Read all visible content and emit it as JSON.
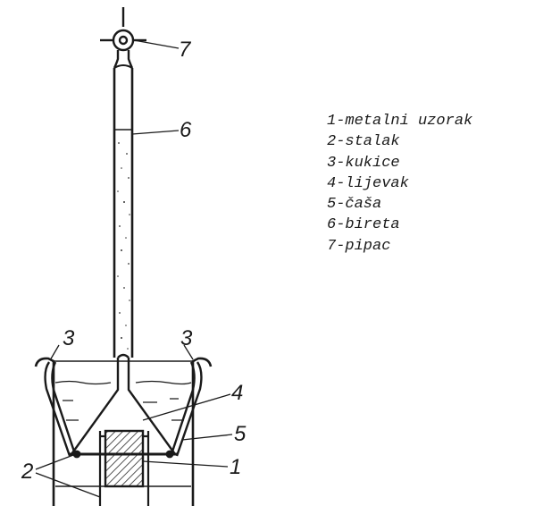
{
  "diagram": {
    "callouts": {
      "c1": "1",
      "c2": "2",
      "c3_left": "3",
      "c3_right": "3",
      "c4": "4",
      "c5": "5",
      "c6": "6",
      "c7": "7"
    },
    "legend": [
      "1-metalni uzorak",
      "2-stalak",
      "3-kukice",
      "4-lijevak",
      "5-čaša",
      "6-bireta",
      "7-pipac"
    ]
  }
}
